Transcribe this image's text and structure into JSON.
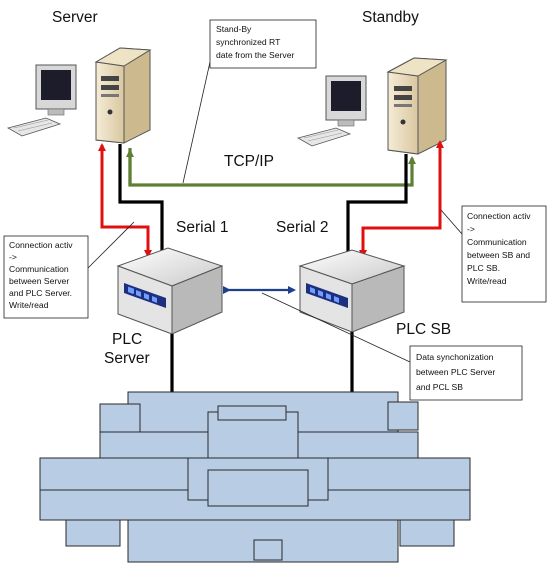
{
  "labels": {
    "server": "Server",
    "standby": "Standby",
    "tcpip": "TCP/IP",
    "serial1": "Serial 1",
    "serial2": "Serial 2",
    "plc_server_line1": "PLC",
    "plc_server_line2": "Server",
    "plc_sb": "PLC SB"
  },
  "callouts": {
    "standby_sync": [
      "Stand-By",
      "synchronized RT",
      "date from the Server"
    ],
    "conn_server": [
      "Connection activ",
      "->",
      "Communication",
      "between Server",
      "and PLC Server.",
      "Write/read"
    ],
    "conn_sb": [
      "Connection activ",
      "->",
      "Communication",
      "between SB and",
      "PLC SB.",
      "Write/read"
    ],
    "data_sync": [
      "Data synchonization",
      "between PLC Server",
      "and PCL SB"
    ]
  },
  "colors": {
    "tcp_line": "#5f7f35",
    "active_conn": "#e01010",
    "serial_line": "#000000",
    "plc_link": "#1f3f8f",
    "machine_fill": "#b8cce4",
    "machine_stroke": "#2a2a2a"
  }
}
